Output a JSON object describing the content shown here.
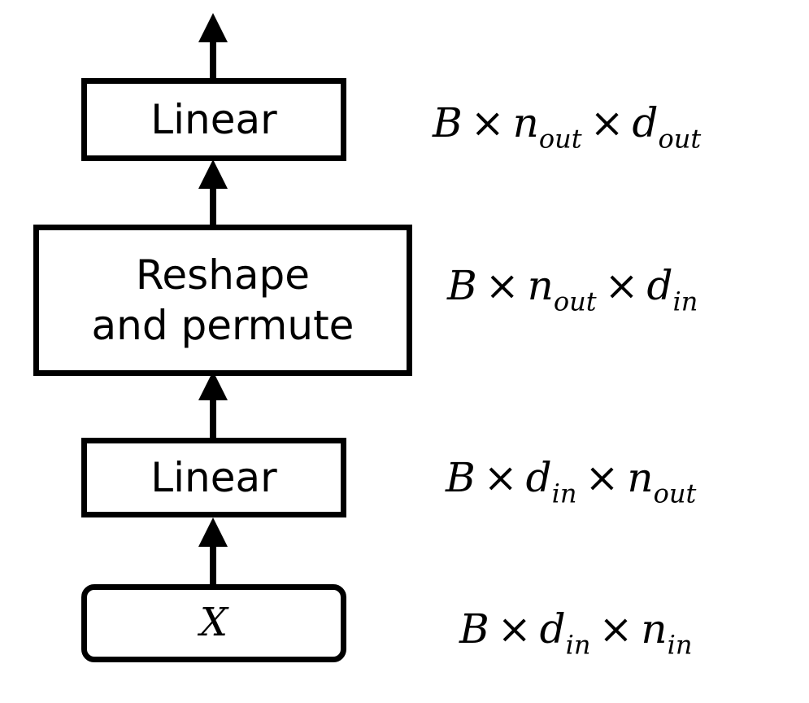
{
  "layers": [
    {
      "id": "input",
      "label": "X"
    },
    {
      "id": "linear-1",
      "label": "Linear"
    },
    {
      "id": "reshape",
      "label": "Reshape\nand permute"
    },
    {
      "id": "linear-2",
      "label": "Linear"
    }
  ],
  "shapes": [
    {
      "dims": [
        {
          "sym": "B",
          "sub": ""
        },
        {
          "sym": "d",
          "sub": "in"
        },
        {
          "sym": "n",
          "sub": "in"
        }
      ]
    },
    {
      "dims": [
        {
          "sym": "B",
          "sub": ""
        },
        {
          "sym": "d",
          "sub": "in"
        },
        {
          "sym": "n",
          "sub": "out"
        }
      ]
    },
    {
      "dims": [
        {
          "sym": "B",
          "sub": ""
        },
        {
          "sym": "n",
          "sub": "out"
        },
        {
          "sym": "d",
          "sub": "in"
        }
      ]
    },
    {
      "dims": [
        {
          "sym": "B",
          "sub": ""
        },
        {
          "sym": "n",
          "sub": "out"
        },
        {
          "sym": "d",
          "sub": "out"
        }
      ]
    }
  ],
  "operator": "×"
}
